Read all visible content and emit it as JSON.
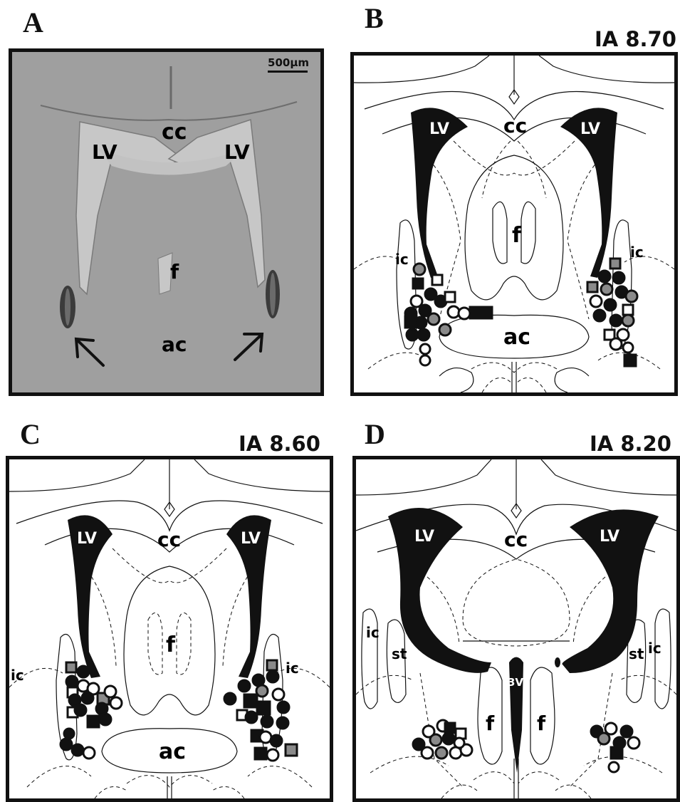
{
  "panels": {
    "a": {
      "letter": "A",
      "scale_bar": "500μm",
      "labels": {
        "cc": "cc",
        "lv_left": "LV",
        "lv_right": "LV",
        "f": "f",
        "ac": "ac"
      }
    },
    "b": {
      "letter": "B",
      "ia": "IA 8.70",
      "labels": {
        "cc": "cc",
        "lv_left": "LV",
        "lv_right": "LV",
        "f": "f",
        "ac": "ac",
        "ic_left": "ic",
        "ic_right": "ic"
      }
    },
    "c": {
      "letter": "C",
      "ia": "IA 8.60",
      "labels": {
        "cc": "cc",
        "lv_left": "LV",
        "lv_right": "LV",
        "f": "f",
        "ac": "ac",
        "ic_left": "ic",
        "ic_right": "ic"
      }
    },
    "d": {
      "letter": "D",
      "ia": "IA 8.20",
      "labels": {
        "cc": "cc",
        "lv_left": "LV",
        "lv_right": "LV",
        "f_left": "f",
        "f_right": "f",
        "v3": "3V",
        "ic_left": "ic",
        "ic_right": "ic",
        "st_left": "st",
        "st_right": "st"
      }
    }
  },
  "colors": {
    "filled": "#111111",
    "gray": "#8a8a8a",
    "open": "#ffffff"
  }
}
